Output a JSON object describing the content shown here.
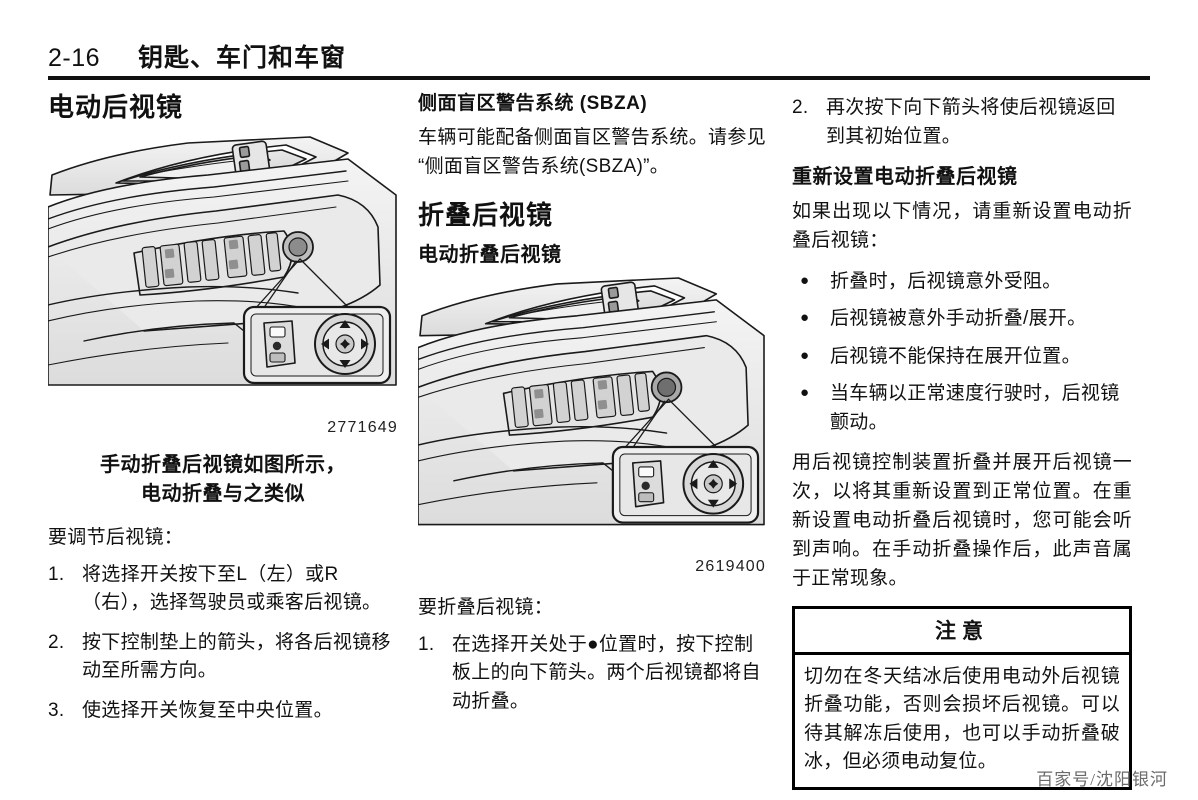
{
  "header": {
    "page_number": "2-16",
    "chapter_title": "钥匙、车门和车窗"
  },
  "column1": {
    "section_title": "电动后视镜",
    "figure_number": "2771649",
    "figure_caption": "手动折叠后视镜如图所示，\n电动折叠与之类似",
    "caption_line1": "手动折叠后视镜如图所示，",
    "caption_line2": "电动折叠与之类似",
    "intro": "要调节后视镜：",
    "steps": [
      {
        "marker": "1.",
        "text": "将选择开关按下至L（左）或R（右），选择驾驶员或乘客后视镜。"
      },
      {
        "marker": "2.",
        "text": "按下控制垫上的箭头，将各后视镜移动至所需方向。"
      },
      {
        "marker": "3.",
        "text": "使选择开关恢复至中央位置。"
      }
    ]
  },
  "column2": {
    "sbza_heading": "侧面盲区警告系统 (SBZA)",
    "sbza_body": "车辆可能配备侧面盲区警告系统。请参见“侧面盲区警告系统(SBZA)”。",
    "fold_heading": "折叠后视镜",
    "power_fold_heading": "电动折叠后视镜",
    "figure_number": "2619400",
    "fold_intro": "要折叠后视镜：",
    "steps": [
      {
        "marker": "1.",
        "text": "在选择开关处于●位置时，按下控制板上的向下箭头。两个后视镜都将自动折叠。"
      }
    ]
  },
  "column3": {
    "steps": [
      {
        "marker": "2.",
        "text": "再次按下向下箭头将使后视镜返回到其初始位置。"
      }
    ],
    "reset_heading": "重新设置电动折叠后视镜",
    "reset_intro": "如果出现以下情况，请重新设置电动折叠后视镜：",
    "bullets": [
      "折叠时，后视镜意外受阻。",
      "后视镜被意外手动折叠/展开。",
      "后视镜不能保持在展开位置。",
      "当车辆以正常速度行驶时，后视镜颤动。"
    ],
    "reset_body": "用后视镜控制装置折叠并展开后视镜一次，以将其重新设置到正常位置。在重新设置电动折叠后视镜时，您可能会听到声响。在手动折叠操作后，此声音属于正常现象。",
    "notice": {
      "title": "注意",
      "body": "切勿在冬天结冰后使用电动外后视镜折叠功能，否则会损坏后视镜。可以待其解冻后使用，也可以手动折叠破冰，但必须电动复位。"
    }
  },
  "footer": {
    "watermark": "百家号/沈阳银河"
  },
  "colors": {
    "text": "#111111",
    "rule": "#111111",
    "illustration_fill": "#eeeeee",
    "illustration_stroke": "#1a1a1a",
    "watermark": "#6a6a6a"
  }
}
